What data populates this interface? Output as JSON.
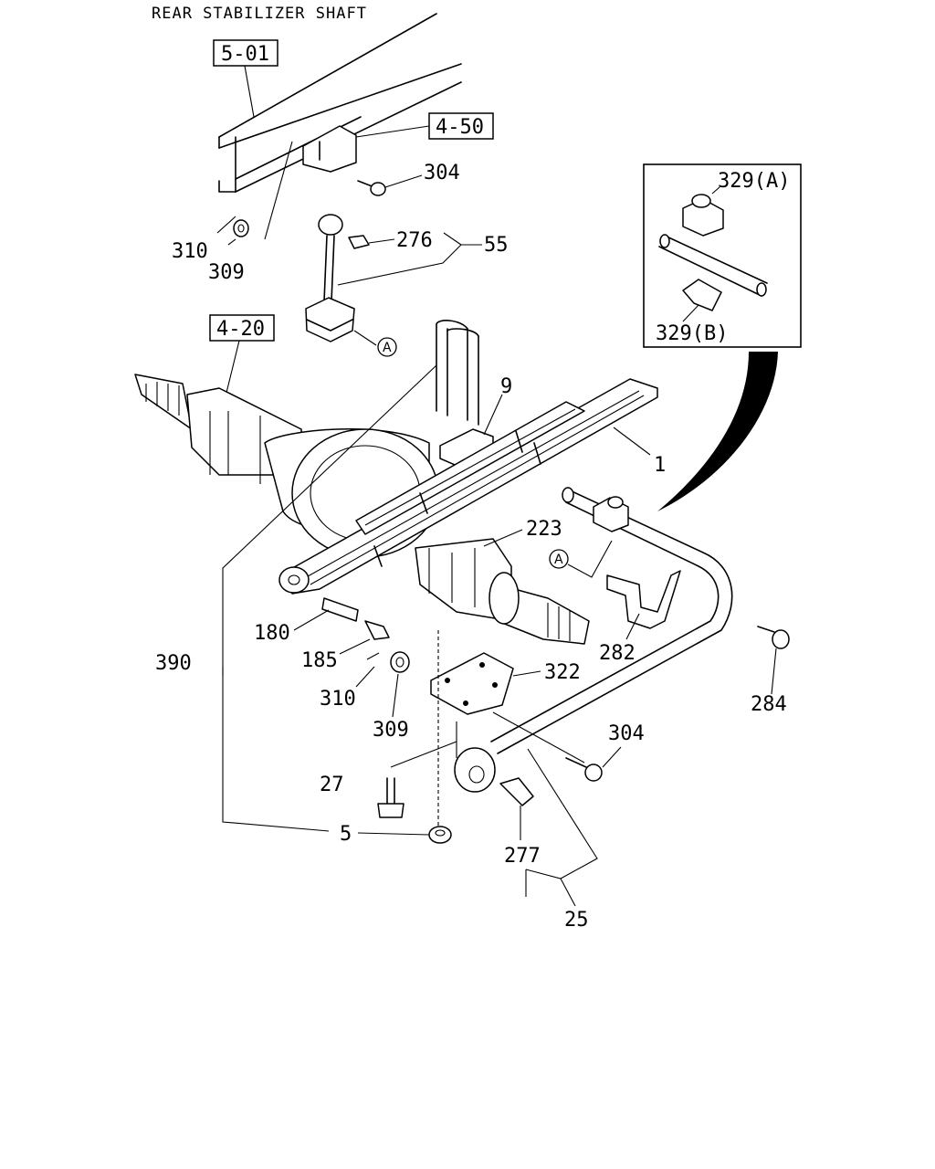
{
  "title": "REAR STABILIZER SHAFT",
  "ref_boxes": {
    "frame": "5-01",
    "bracket": "4-50",
    "axle": "4-20"
  },
  "inset": {
    "label_a": "329(A)",
    "label_b": "329(B)"
  },
  "callout_marker": "A",
  "parts": {
    "p304_top": "304",
    "p310_top": "310",
    "p309_top": "309",
    "p276": "276",
    "p55": "55",
    "p9": "9",
    "p1": "1",
    "p223": "223",
    "p282": "282",
    "p284": "284",
    "p180": "180",
    "p185": "185",
    "p390": "390",
    "p310_bottom": "310",
    "p309_bottom": "309",
    "p322": "322",
    "p304_bottom": "304",
    "p27": "27",
    "p5": "5",
    "p277": "277",
    "p25": "25"
  }
}
